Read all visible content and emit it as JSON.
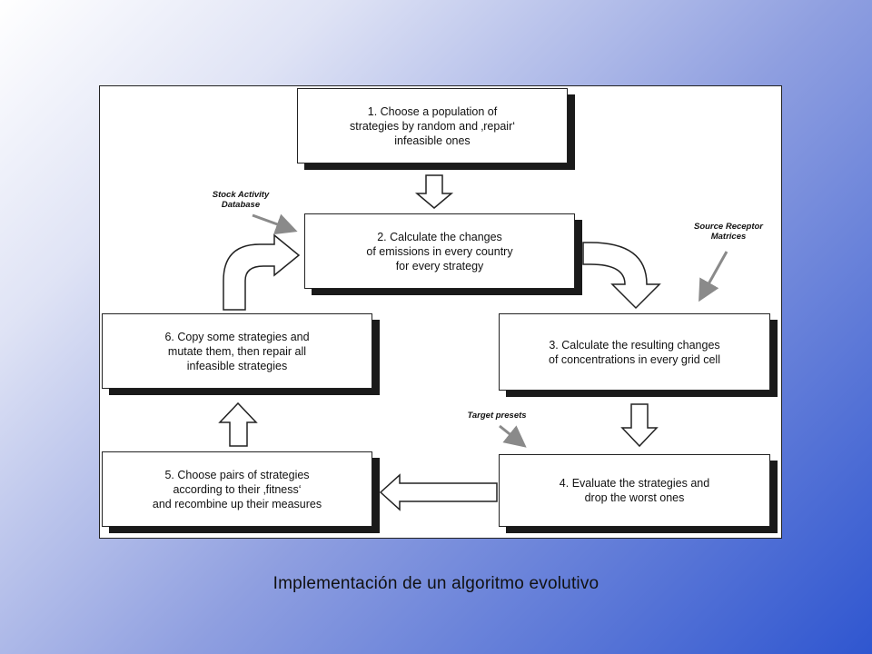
{
  "diagram": {
    "steps": [
      {
        "id": 1,
        "text": "1. Choose a population of\nstrategies by random and ‚repair‘\ninfeasible ones"
      },
      {
        "id": 2,
        "text": "2. Calculate the changes\nof emissions in every country\nfor every strategy"
      },
      {
        "id": 3,
        "text": "3. Calculate the resulting changes\nof concentrations in every grid cell"
      },
      {
        "id": 4,
        "text": "4. Evaluate the strategies and\ndrop the worst ones"
      },
      {
        "id": 5,
        "text": "5. Choose pairs of strategies\naccording to their ‚fitness‘\nand recombine up their measures"
      },
      {
        "id": 6,
        "text": "6. Copy some strategies and\nmutate them, then repair all\ninfeasible strategies"
      }
    ],
    "annotations": {
      "stock_activity": "Stock Activity\nDatabase",
      "source_receptor": "Source Receptor\nMatrices",
      "target_presets": "Target presets"
    }
  },
  "caption": "Implementación de un algoritmo evolutivo"
}
